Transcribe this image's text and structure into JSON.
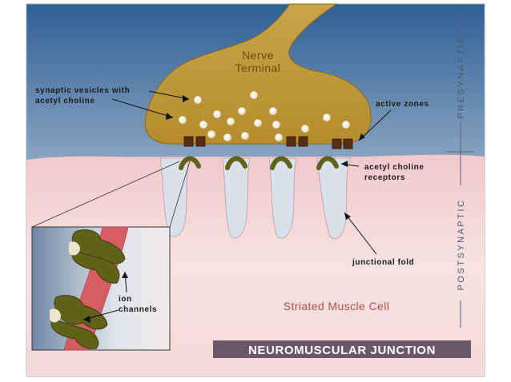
{
  "colors": {
    "sky_top": "#2f5f96",
    "sky_bottom": "#dfe7ee",
    "terminal": "#c19a3a",
    "terminal_dark": "#8a6a1e",
    "receptor": "#5f6218",
    "active_zone": "#5a2e12",
    "muscle": "#f1d2d2",
    "title_bar": "#6a5866",
    "channel_band": "#d65d62"
  },
  "labels": {
    "nerve_terminal_line1": "Nerve",
    "nerve_terminal_line2": "Terminal",
    "synaptic_vesicles_line1": "synaptic vesicles with",
    "synaptic_vesicles_line2": "acetyl choline",
    "active_zones": "active zones",
    "acetyl_receptors_line1": "acetyl choline",
    "acetyl_receptors_line2": "receptors",
    "junctional_fold": "junctional fold",
    "ion_channels_line1": "ion",
    "ion_channels_line2": "channels",
    "striated_muscle": "Striated Muscle Cell",
    "presynaptic": "PRESYNAPTIC",
    "postsynaptic": "POSTSYNAPTIC",
    "title": "NEUROMUSCULAR JUNCTION"
  }
}
